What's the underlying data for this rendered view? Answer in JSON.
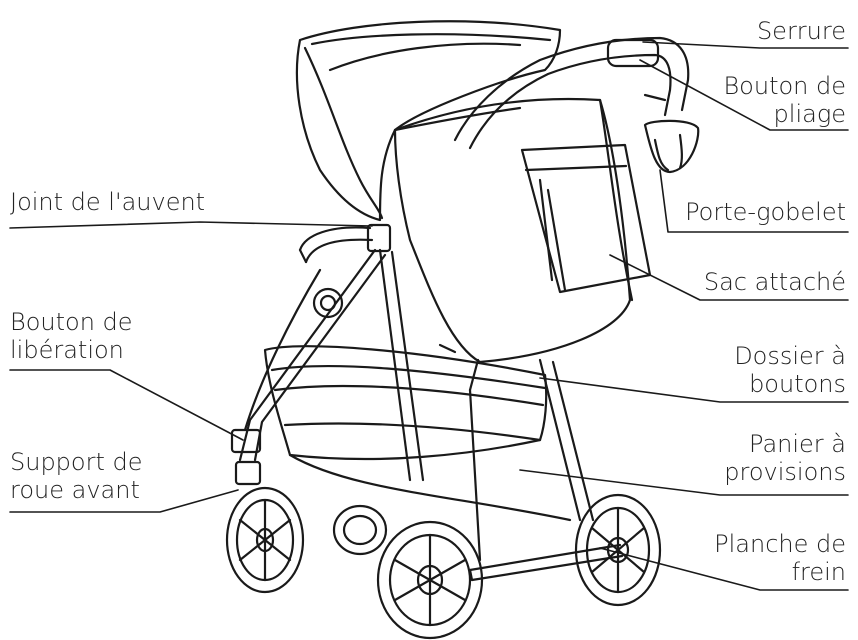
{
  "colors": {
    "line": "#1a1a1a",
    "text": "#222222",
    "background": "#ffffff"
  },
  "labels": {
    "serrure": [
      "Serrure"
    ],
    "bouton_pliage": [
      "Bouton de",
      "pliage"
    ],
    "porte_gobelet": [
      "Porte-gobelet"
    ],
    "sac_attache": [
      "Sac attaché"
    ],
    "dossier_boutons": [
      "Dossier à",
      "boutons"
    ],
    "panier_provisions": [
      "Panier à",
      "provisions"
    ],
    "planche_frein": [
      "Planche de",
      "frein"
    ],
    "joint_auvent": [
      "Joint de l'auvent"
    ],
    "bouton_liberation": [
      "Bouton de",
      "libération"
    ],
    "support_roue": [
      "Support de",
      "roue avant"
    ]
  }
}
